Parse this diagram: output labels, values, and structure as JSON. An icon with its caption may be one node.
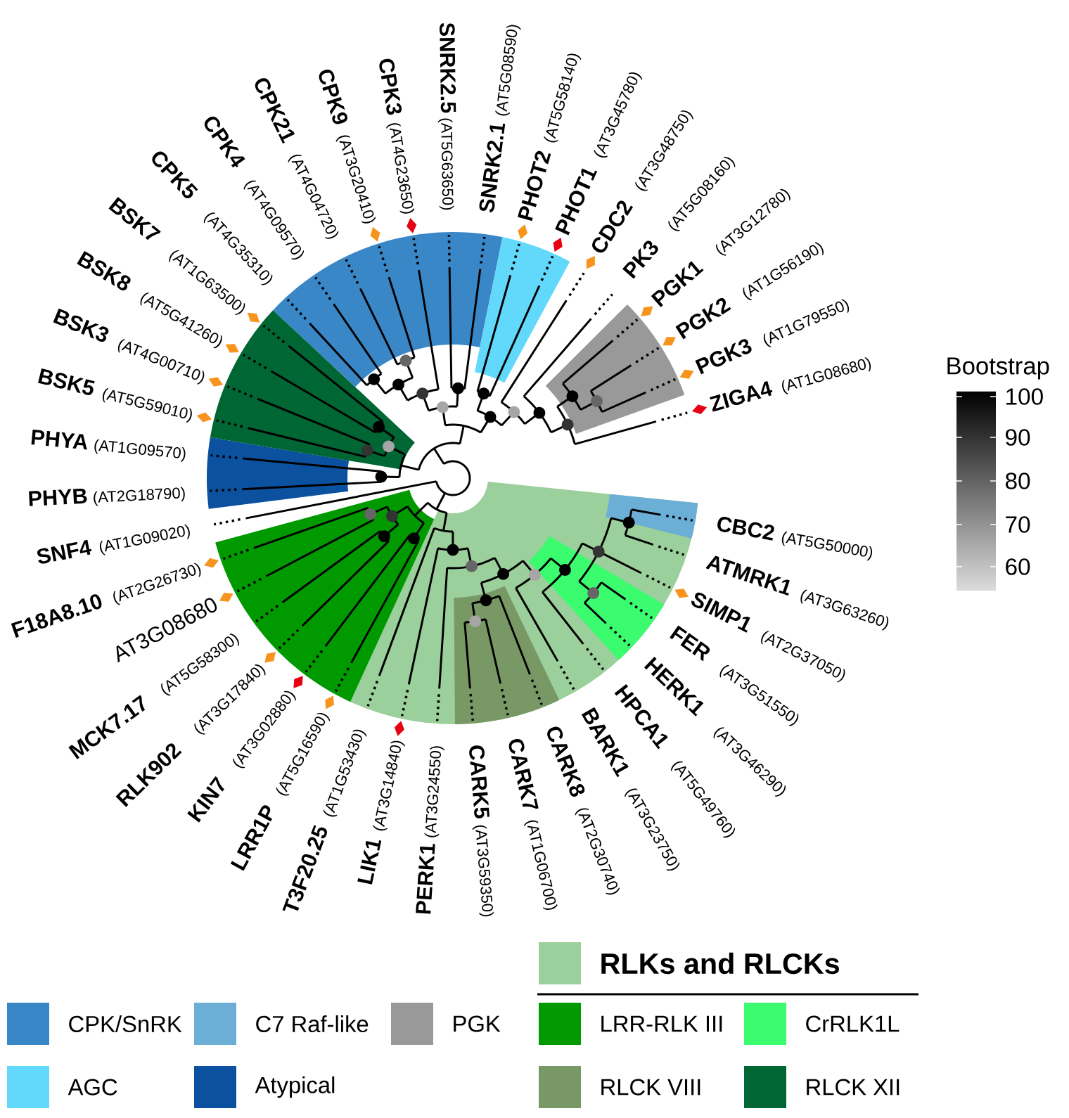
{
  "diagram": {
    "labels": [
      "PHYB",
      "(AT2G18790)",
      "PHYA",
      "(AT1G09570)",
      "BSK5",
      "(AT5G59010)",
      "BSK3",
      "(AT4G00710)",
      "BSK8",
      "(AT5G41260)",
      "BSK7",
      "(AT1G63500)",
      "CPK5",
      "(AT4G35310)",
      "CPK4",
      "(AT4G09570)",
      "CPK21",
      "(AT4G04720)",
      "CPK9",
      "(AT3G20410)",
      "CPK3",
      "(AT4G23650)",
      "SNRK2.5",
      "(AT5G63650)",
      "SNRK2.1",
      "(AT5G08590)",
      "PHOT2",
      "(AT5G58140)",
      "PHOT1",
      "(AT3G45780)",
      "CDC2",
      "(AT3G48750)",
      "PK3",
      "(AT5G08160)",
      "PGK1",
      "(AT3G12780)",
      "PGK2",
      "(AT1G56190)",
      "PGK3",
      "(AT1G79550)",
      "ZIGA4",
      "(AT1G08680)",
      "CBC2",
      "(AT5G50000)",
      "ATMRK1",
      "(AT3G63260)",
      "SIMP1",
      "(AT2G37050)",
      "FER",
      "(AT3G51550)",
      "HERK1",
      "(AT3G46290)",
      "HPCA1",
      "(AT5G49760)",
      "BARK1",
      "(AT3G23750)",
      "CARK8",
      "(AT2G30740)",
      "CARK7",
      "(AT1G06700)",
      "CARK5",
      "(AT3G59350)",
      "PERK1",
      "(AT3G24550)",
      "LIK1",
      "(AT3G14840)",
      "T3F20.25",
      "(AT1G53430)",
      "LRR1P",
      "(AT5G16590)",
      "KIN7",
      "(AT3G02880)",
      "RLK902",
      "(AT3G17840)",
      "MCK7.17",
      "(AT5G58300)",
      "AT3G08680",
      "F18A8.10",
      "(AT2G26730)",
      "SNF4",
      "(AT1G09020)",
      "Bootstrap",
      "100",
      "90",
      "80",
      "70",
      "60"
    ],
    "legend": [
      {
        "text": "RLKs and RLCKs",
        "color": "#9bcf9b"
      },
      {
        "text": "CPK/SnRK",
        "color": "#3a87c8"
      },
      {
        "text": "C7 Raf-like",
        "color": "#6baed6"
      },
      {
        "text": "PGK",
        "color": "#999999"
      },
      {
        "text": "LRR-RLK III",
        "color": "#009a00"
      },
      {
        "text": "CrRLK1L",
        "color": "#3bfb6e"
      },
      {
        "text": "AGC",
        "color": "#62d8fa"
      },
      {
        "text": "Atypical",
        "color": "#0b51a0"
      },
      {
        "text": "RLCK VIII",
        "color": "#789966"
      },
      {
        "text": "RLCK XII",
        "color": "#006633"
      }
    ]
  }
}
